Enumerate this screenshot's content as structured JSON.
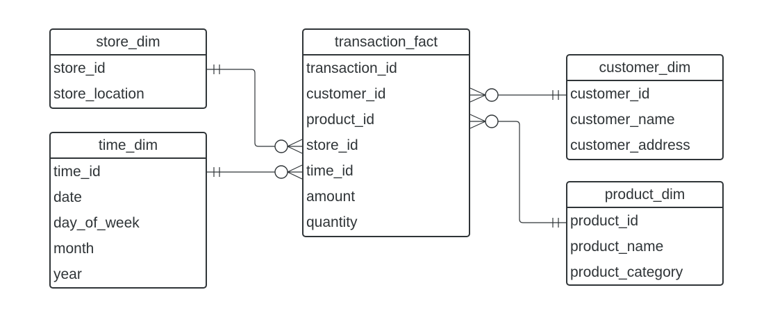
{
  "entities": {
    "store_dim": {
      "title": "store_dim",
      "fields": [
        "store_id",
        "store_location"
      ]
    },
    "time_dim": {
      "title": "time_dim",
      "fields": [
        "time_id",
        "date",
        "day_of_week",
        "month",
        "year"
      ]
    },
    "transaction_fact": {
      "title": "transaction_fact",
      "fields": [
        "transaction_id",
        "customer_id",
        "product_id",
        "store_id",
        "time_id",
        "amount",
        "quantity"
      ]
    },
    "customer_dim": {
      "title": "customer_dim",
      "fields": [
        "customer_id",
        "customer_name",
        "customer_address"
      ]
    },
    "product_dim": {
      "title": "product_dim",
      "fields": [
        "product_id",
        "product_name",
        "product_category"
      ]
    }
  },
  "relationships": [
    {
      "from": "store_dim.store_id",
      "to": "transaction_fact.store_id",
      "from_cardinality": "one-and-only-one",
      "to_cardinality": "zero-or-many"
    },
    {
      "from": "time_dim.time_id",
      "to": "transaction_fact.time_id",
      "from_cardinality": "one-and-only-one",
      "to_cardinality": "zero-or-many"
    },
    {
      "from": "customer_dim.customer_id",
      "to": "transaction_fact.customer_id",
      "from_cardinality": "one-and-only-one",
      "to_cardinality": "zero-or-many"
    },
    {
      "from": "product_dim.product_id",
      "to": "transaction_fact.product_id",
      "from_cardinality": "one-and-only-one",
      "to_cardinality": "zero-or-many"
    }
  ],
  "colors": {
    "line": "#2f3437",
    "background": "#ffffff"
  }
}
